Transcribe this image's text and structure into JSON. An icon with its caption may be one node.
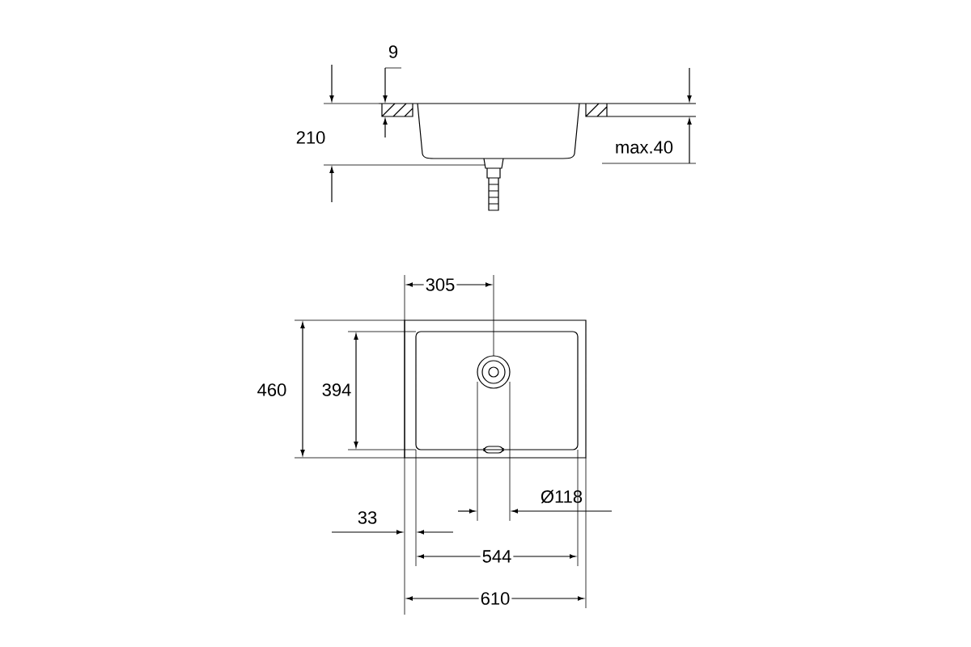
{
  "diagram": {
    "labels": [
      "9",
      "210",
      "max.40",
      "305",
      "460",
      "394",
      "33",
      "Ø118",
      "544",
      "610"
    ]
  }
}
